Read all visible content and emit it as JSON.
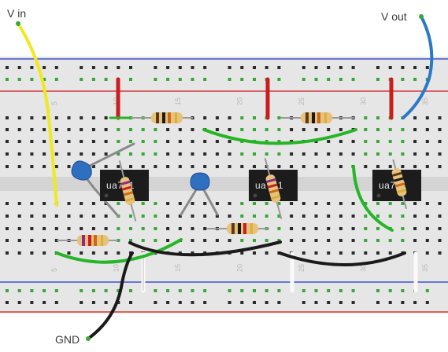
{
  "labels": {
    "vin": "V in",
    "vout": "V out",
    "gnd": "GND"
  },
  "chips": [
    {
      "text": "ua741"
    },
    {
      "text": "ua741"
    },
    {
      "text": "ua741"
    }
  ],
  "column_numbers_top": [
    "5",
    "10",
    "15",
    "20",
    "25",
    "30",
    "35"
  ],
  "column_numbers_bottom": [
    "5",
    "10",
    "15",
    "20",
    "25",
    "30",
    "35"
  ],
  "colors": {
    "board": "#e8e8e8",
    "rail_red": "#d23a3a",
    "rail_blue": "#3a55c8",
    "hole": "#2a2a2a",
    "hole_active": "#35a835",
    "wire_yellow": "#f0e820",
    "wire_blue": "#2a78c8",
    "wire_green": "#26b526",
    "wire_black": "#1a1a1a",
    "wire_red": "#c81e1e",
    "wire_gray": "#8a8a8a",
    "chip": "#1c1c1c",
    "capacitor": "#2e6fc0"
  }
}
